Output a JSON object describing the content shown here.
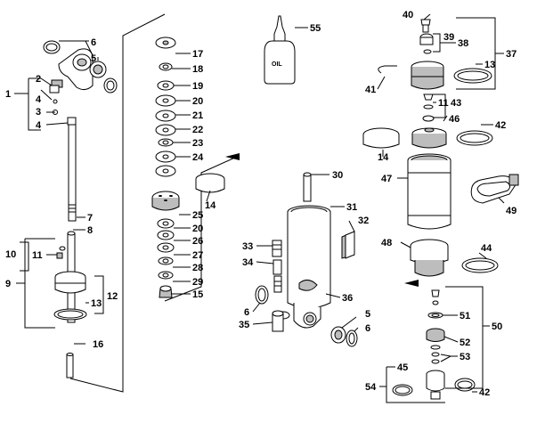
{
  "oil_bottle_text": "OIL",
  "callouts": [
    {
      "id": "c1",
      "text": "1"
    },
    {
      "id": "c2",
      "text": "2"
    },
    {
      "id": "c3",
      "text": "3"
    },
    {
      "id": "c4a",
      "text": "4"
    },
    {
      "id": "c4b",
      "text": "4"
    },
    {
      "id": "c5a",
      "text": "5"
    },
    {
      "id": "c5b",
      "text": "5"
    },
    {
      "id": "c6a",
      "text": "6"
    },
    {
      "id": "c6b",
      "text": "6"
    },
    {
      "id": "c6c",
      "text": "6"
    },
    {
      "id": "c7",
      "text": "7"
    },
    {
      "id": "c8",
      "text": "8"
    },
    {
      "id": "c9",
      "text": "9"
    },
    {
      "id": "c10",
      "text": "10"
    },
    {
      "id": "c11a",
      "text": "11"
    },
    {
      "id": "c11b",
      "text": "11"
    },
    {
      "id": "c12",
      "text": "12"
    },
    {
      "id": "c13a",
      "text": "13"
    },
    {
      "id": "c13b",
      "text": "13"
    },
    {
      "id": "c14a",
      "text": "14"
    },
    {
      "id": "c14b",
      "text": "14"
    },
    {
      "id": "c15",
      "text": "15"
    },
    {
      "id": "c16",
      "text": "16"
    },
    {
      "id": "c17",
      "text": "17"
    },
    {
      "id": "c18",
      "text": "18"
    },
    {
      "id": "c19",
      "text": "19"
    },
    {
      "id": "c20a",
      "text": "20"
    },
    {
      "id": "c20b",
      "text": "20"
    },
    {
      "id": "c21",
      "text": "21"
    },
    {
      "id": "c22",
      "text": "22"
    },
    {
      "id": "c23",
      "text": "23"
    },
    {
      "id": "c24",
      "text": "24"
    },
    {
      "id": "c25",
      "text": "25"
    },
    {
      "id": "c26",
      "text": "26"
    },
    {
      "id": "c27",
      "text": "27"
    },
    {
      "id": "c28",
      "text": "28"
    },
    {
      "id": "c29",
      "text": "29"
    },
    {
      "id": "c30",
      "text": "30"
    },
    {
      "id": "c31",
      "text": "31"
    },
    {
      "id": "c32",
      "text": "32"
    },
    {
      "id": "c33",
      "text": "33"
    },
    {
      "id": "c34",
      "text": "34"
    },
    {
      "id": "c35",
      "text": "35"
    },
    {
      "id": "c36",
      "text": "36"
    },
    {
      "id": "c37",
      "text": "37"
    },
    {
      "id": "c38",
      "text": "38"
    },
    {
      "id": "c39",
      "text": "39"
    },
    {
      "id": "c40",
      "text": "40"
    },
    {
      "id": "c41",
      "text": "41"
    },
    {
      "id": "c42a",
      "text": "42"
    },
    {
      "id": "c42b",
      "text": "42"
    },
    {
      "id": "c43",
      "text": "43"
    },
    {
      "id": "c44",
      "text": "44"
    },
    {
      "id": "c45",
      "text": "45"
    },
    {
      "id": "c46",
      "text": "46"
    },
    {
      "id": "c47",
      "text": "47"
    },
    {
      "id": "c48",
      "text": "48"
    },
    {
      "id": "c49",
      "text": "49"
    },
    {
      "id": "c50",
      "text": "50"
    },
    {
      "id": "c51",
      "text": "51"
    },
    {
      "id": "c52",
      "text": "52"
    },
    {
      "id": "c53",
      "text": "53"
    },
    {
      "id": "c54",
      "text": "54"
    },
    {
      "id": "c55",
      "text": "55"
    }
  ]
}
